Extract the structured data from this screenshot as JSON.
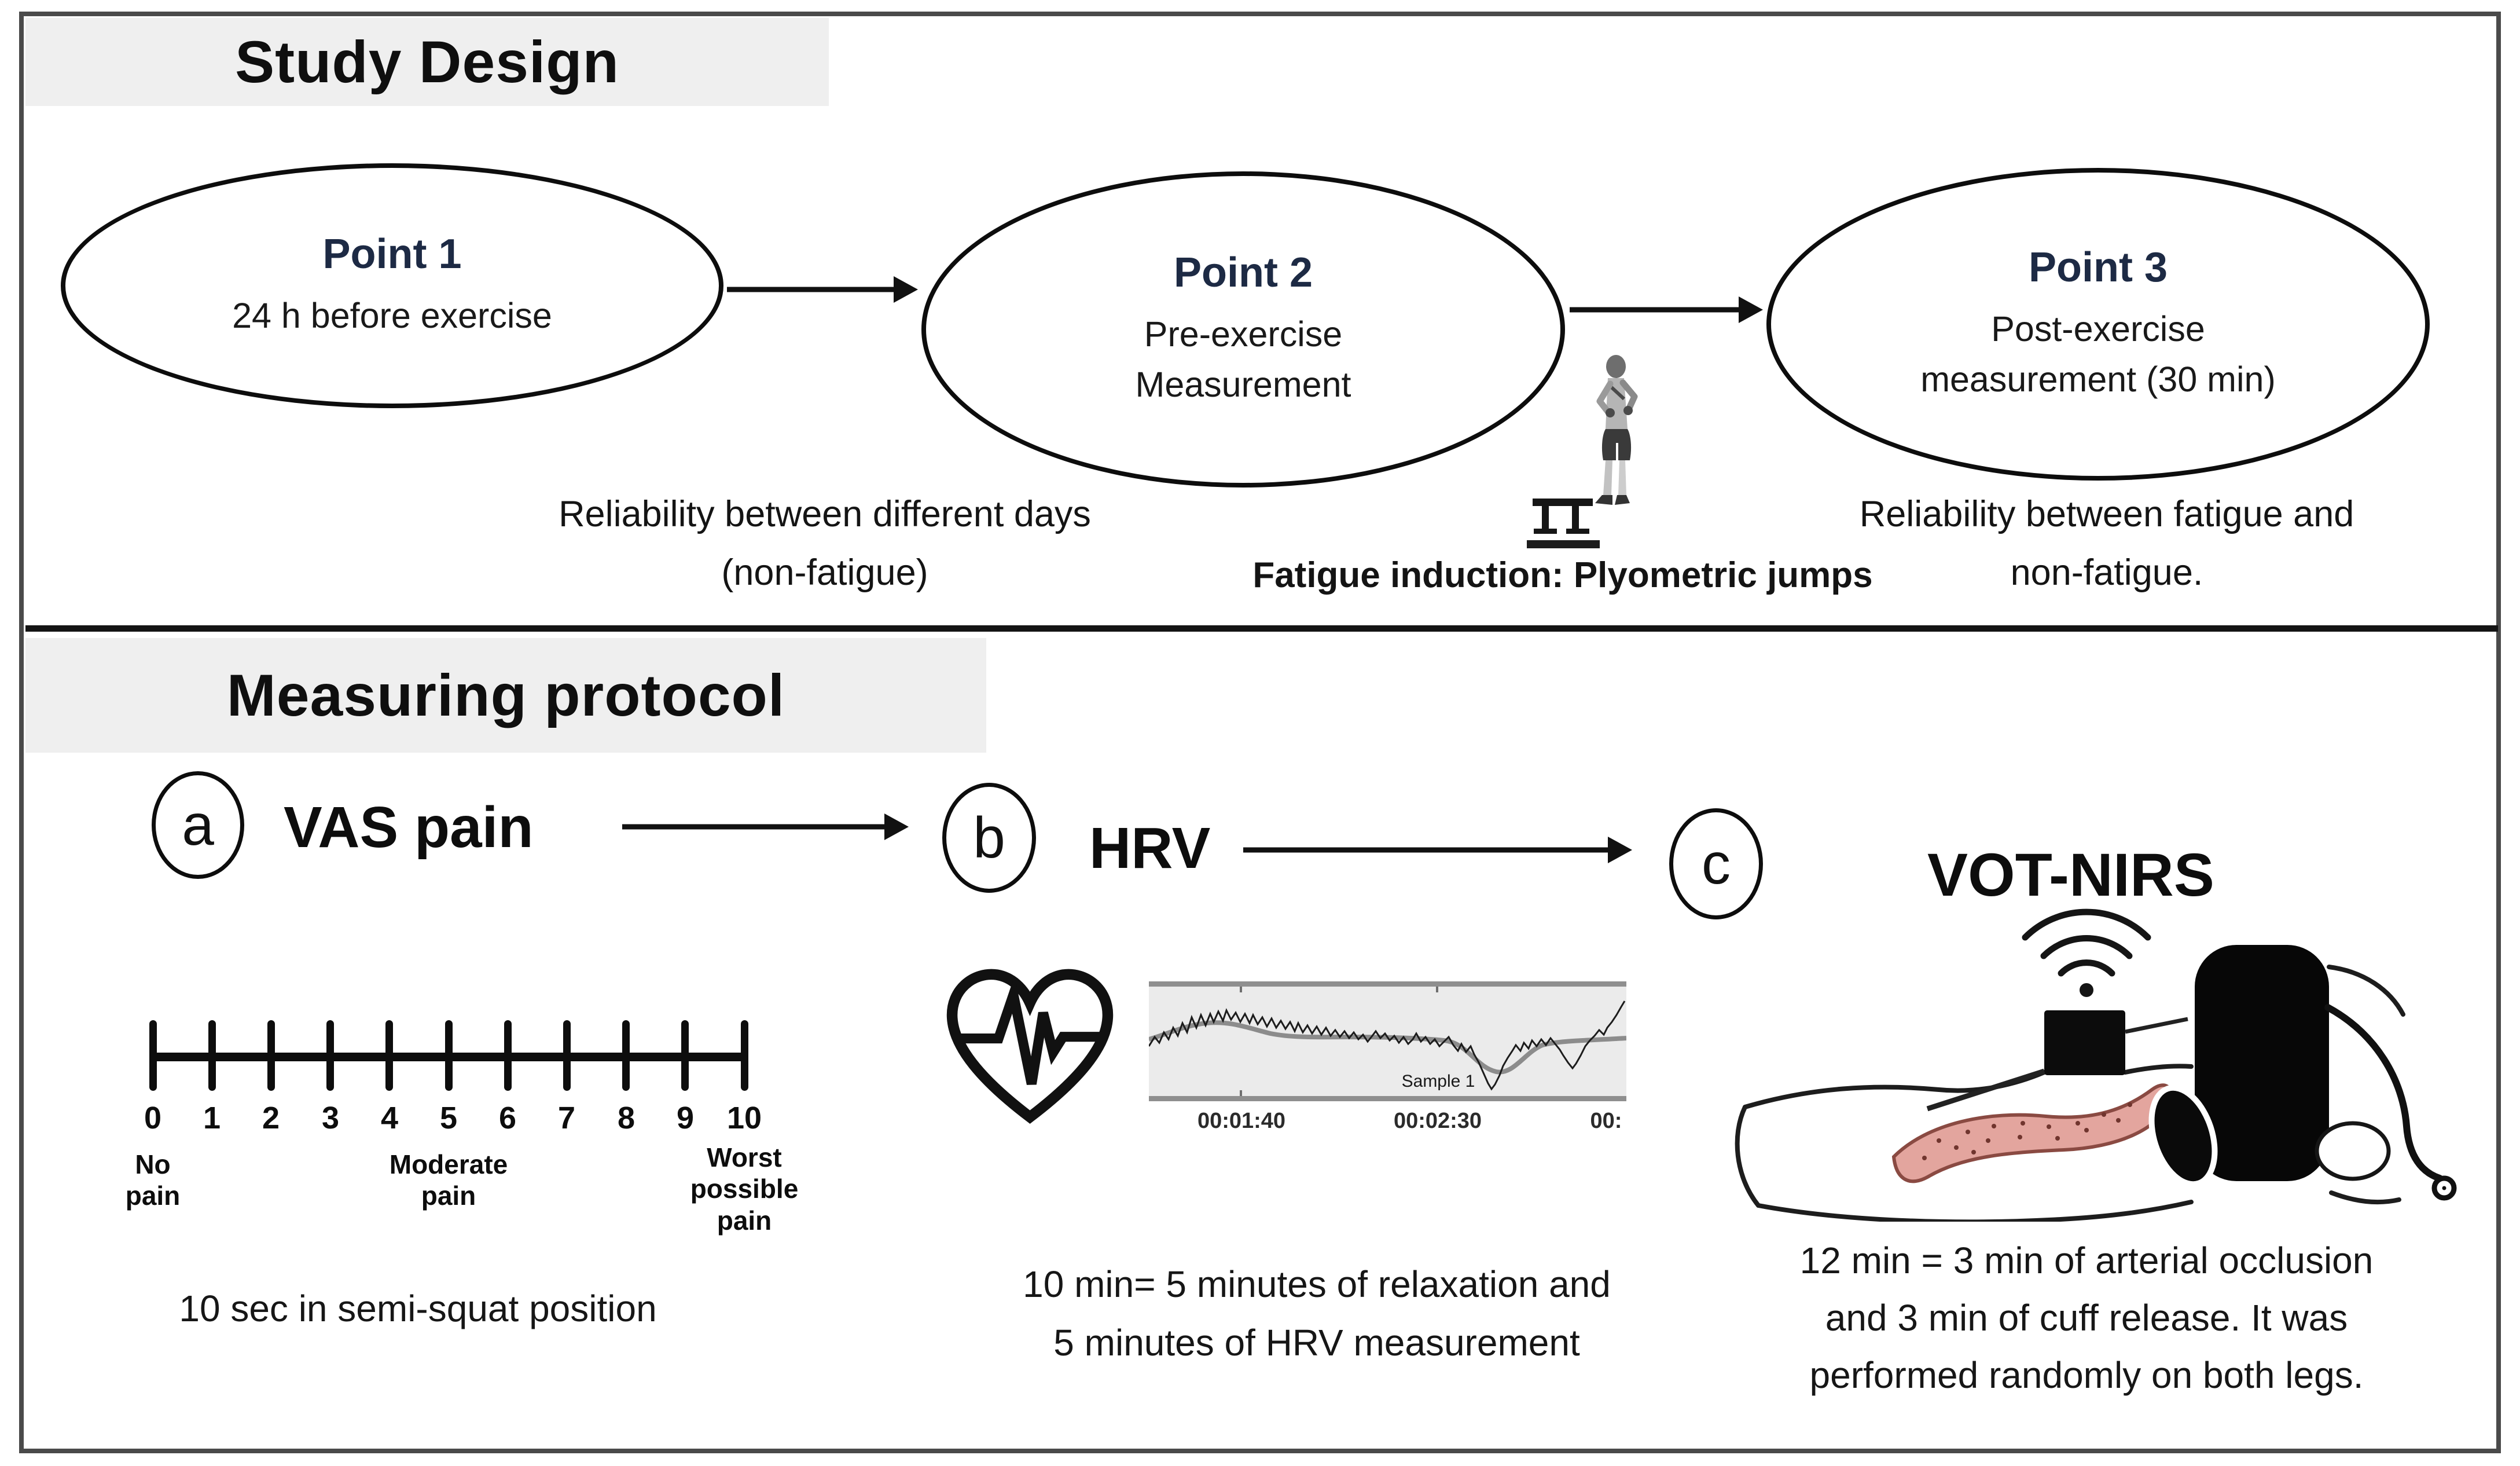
{
  "study_design": {
    "title": "Study Design",
    "points": [
      {
        "title": "Point 1",
        "line1": "24 h before exercise"
      },
      {
        "title": "Point 2",
        "line1": "Pre-exercise",
        "line2": "Measurement"
      },
      {
        "title": "Point 3",
        "line1": "Post-exercise",
        "line2": "measurement (30 min)"
      }
    ],
    "note_left_1": "Reliability between different days",
    "note_left_2": "(non-fatigue)",
    "note_right_1": "Reliability between fatigue and",
    "note_right_2": "non-fatigue.",
    "fatigue_caption": "Fatigue induction: Plyometric jumps"
  },
  "measuring_protocol": {
    "title": "Measuring protocol",
    "step_a": {
      "letter": "a",
      "label": "VAS pain",
      "caption_1": "10 sec in semi-squat position"
    },
    "step_b": {
      "letter": "b",
      "label": "HRV",
      "caption_1": "10 min= 5 minutes of relaxation and",
      "caption_2": "5 minutes of HRV measurement"
    },
    "step_c": {
      "letter": "c",
      "label": "VOT-NIRS",
      "caption_1": "12 min = 3 min of arterial occlusion",
      "caption_2": "and 3 min of cuff release. It was",
      "caption_3": "performed randomly on both legs."
    },
    "vas_scale": {
      "ticks": [
        "0",
        "1",
        "2",
        "3",
        "4",
        "5",
        "6",
        "7",
        "8",
        "9",
        "10"
      ],
      "anchor_0_l1": "No",
      "anchor_0_l2": "pain",
      "anchor_5_l1": "Moderate",
      "anchor_5_l2": "pain",
      "anchor_10_l1": "Worst",
      "anchor_10_l2": "possible",
      "anchor_10_l3": "pain"
    },
    "hrv_chart": {
      "sample_label": "Sample 1",
      "t1": "00:01:40",
      "t2": "00:02:30",
      "t3": "00:"
    }
  },
  "colors": {
    "point_title_navy": "#1d2a44",
    "banner_gray": "#efefef",
    "muscle_pink": "#e3a59e",
    "frame_gray": "#4a4a4a"
  }
}
